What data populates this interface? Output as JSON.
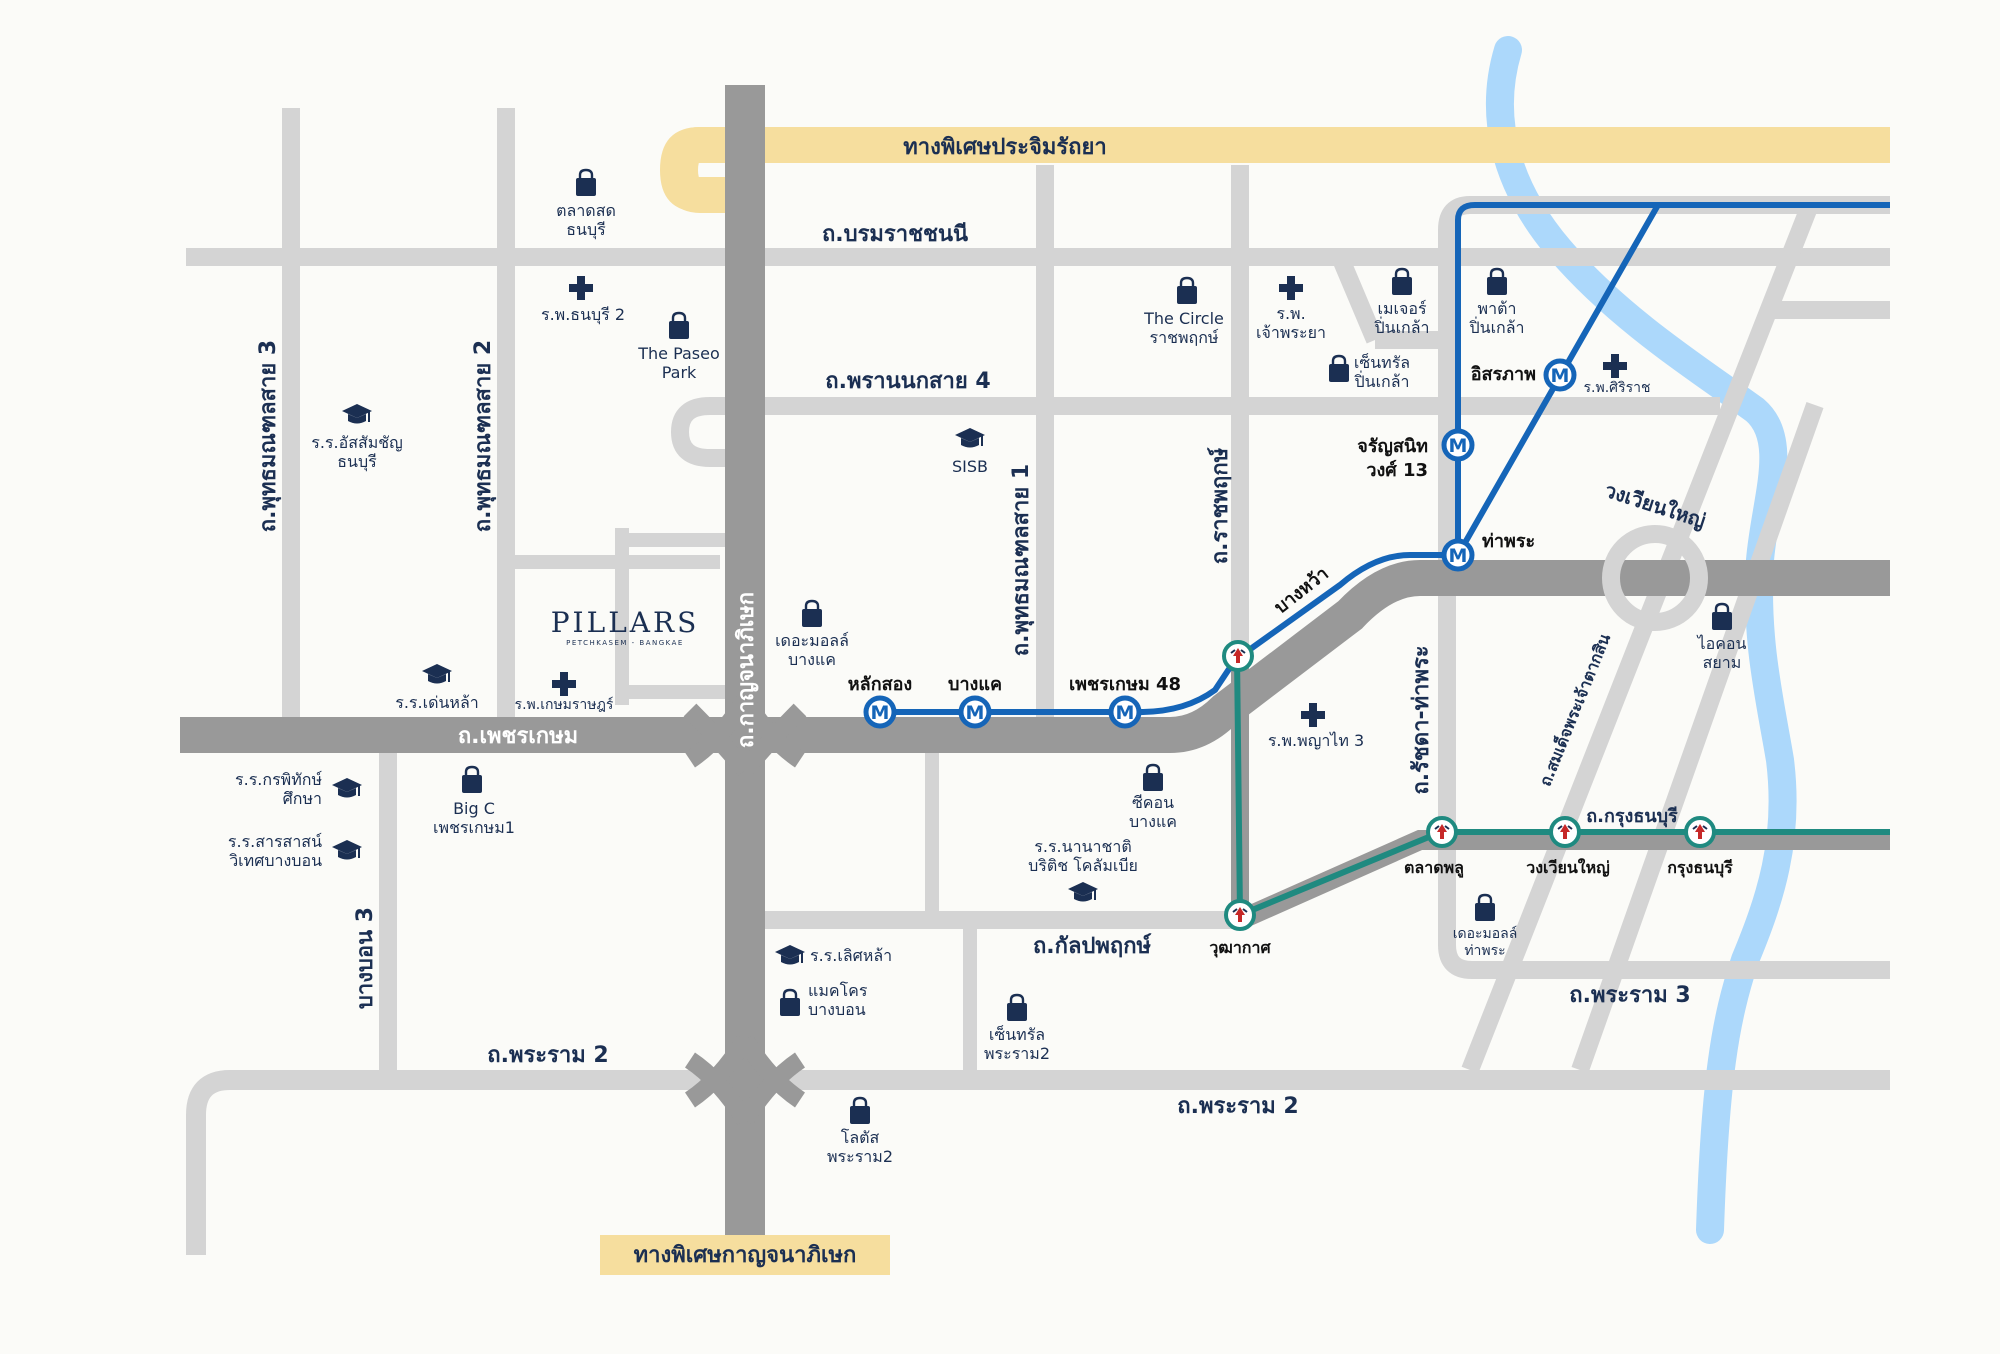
{
  "colors": {
    "background": "#fbfbf8",
    "minor_road": "#d4d4d4",
    "major_road": "#999999",
    "expressway": "#f6de9e",
    "river": "#acd8fb",
    "mrt_blue_line": "#1565b8",
    "srt_red_line": "#1f8a80",
    "icon": "#1b2f52"
  },
  "expressways": {
    "top": "ทางพิเศษประจิมรัถยา",
    "bottom": "ทางพิเศษกาญจนาภิเษก"
  },
  "roads": {
    "borommaratchachonnani": "ถ.บรมราชชนนี",
    "phran_nok_sai4": "ถ.พรานนกสาย 4",
    "phutthamonthon3": "ถ.พุทธมณฑลสาย 3",
    "phutthamonthon2": "ถ.พุทธมณฑลสาย 2",
    "phutthamonthon1": "ถ.พุทธมณฑลสาย 1",
    "kanchanaphisek": "ถ.กาญจนาภิเษก",
    "phetkasem": "ถ.เพชรเกษม",
    "ratchaphruek": "ถ.ราชพฤกษ์",
    "kanlapaphruek": "ถ.กัลปพฤกษ์",
    "rama2_left": "ถ.พระราม 2",
    "rama2_right": "ถ.พระราม 2",
    "rama3": "ถ.พระราม 3",
    "ratchada_thapra": "ถ.รัชดา-ท่าพระ",
    "krung_thonburi": "ถ.กรุงธนบุรี",
    "somdet_taksin": "ถ.สมเด็จพระเจ้าตากสิน",
    "bang_bon3": "บางบอน 3",
    "wongwian_yai": "วงเวียนใหญ่"
  },
  "brand": {
    "name": "PILLARS",
    "sub": "PETCHKASEM - BANGKAE"
  },
  "stations": {
    "lak_song": "หลักสอง",
    "bang_khae": "บางแค",
    "phetkasem48": "เพชรเกษม 48",
    "bang_wa": "บางหว้า",
    "tha_phra": "ท่าพระ",
    "charan13": [
      "จรัญสนิท",
      "วงศ์ 13"
    ],
    "itsaraphap": "อิสรภาพ",
    "wutthakat": "วุฒากาศ",
    "talat_phlu": "ตลาดพลู",
    "wongwian_yai": "วงเวียนใหญ่",
    "krung_thonburi": "กรุงธนบุรี"
  },
  "pois": {
    "talat_thonburi": [
      "ตลาดสด",
      "ธนบุรี"
    ],
    "rw_thonburi2": [
      "ร.พ.ธนบุรี 2"
    ],
    "paseo": [
      "The Paseo",
      "Park"
    ],
    "assumption": [
      "ร.ร.อัสสัมชัญ",
      "ธนบุรี"
    ],
    "sisb": [
      "SISB"
    ],
    "circle": [
      "The Circle",
      "ราชพฤกษ์"
    ],
    "rw_chaophraya": [
      "ร.พ.",
      "เจ้าพระยา"
    ],
    "major_pinklao": [
      "เมเจอร์",
      "ปิ่นเกล้า"
    ],
    "pata": [
      "พาต้า",
      "ปิ่นเกล้า"
    ],
    "central_pinklao": [
      "เซ็นทรัล",
      "ปิ่นเกล้า"
    ],
    "siriraj": [
      "ร.พ.ศิริราช"
    ],
    "mall_bangkhae": [
      "เดอะมอลล์",
      "บางแค"
    ],
    "denla": [
      "ร.ร.เด่นหล้า"
    ],
    "rw_kasemrad": [
      "ร.พ.เกษมราษฎร์"
    ],
    "kornpitak": [
      "ร.ร.กรพิทักษ์",
      "ศึกษา"
    ],
    "sarasas": [
      "ร.ร.สารสาสน์",
      "วิเทศบางบอน"
    ],
    "bigc": [
      "Big C",
      "เพชรเกษม1"
    ],
    "seacon": [
      "ซีคอน",
      "บางแค"
    ],
    "british": [
      "ร.ร.นานาชาติ",
      "บริติช โคลัมเบีย"
    ],
    "rw_phyathai3": [
      "ร.พ.พญาไท 3"
    ],
    "mall_thapra": [
      "เดอะมอลล์",
      "ท่าพระ"
    ],
    "iconsiam": [
      "ไอคอน",
      "สยาม"
    ],
    "saksla": [
      "ร.ร.เลิศหล้า"
    ],
    "makro": [
      "แมคโคร",
      "บางบอน"
    ],
    "central_rama2": [
      "เซ็นทรัล",
      "พระราม2"
    ],
    "lotus": [
      "โลตัส",
      "พระราม2"
    ]
  }
}
